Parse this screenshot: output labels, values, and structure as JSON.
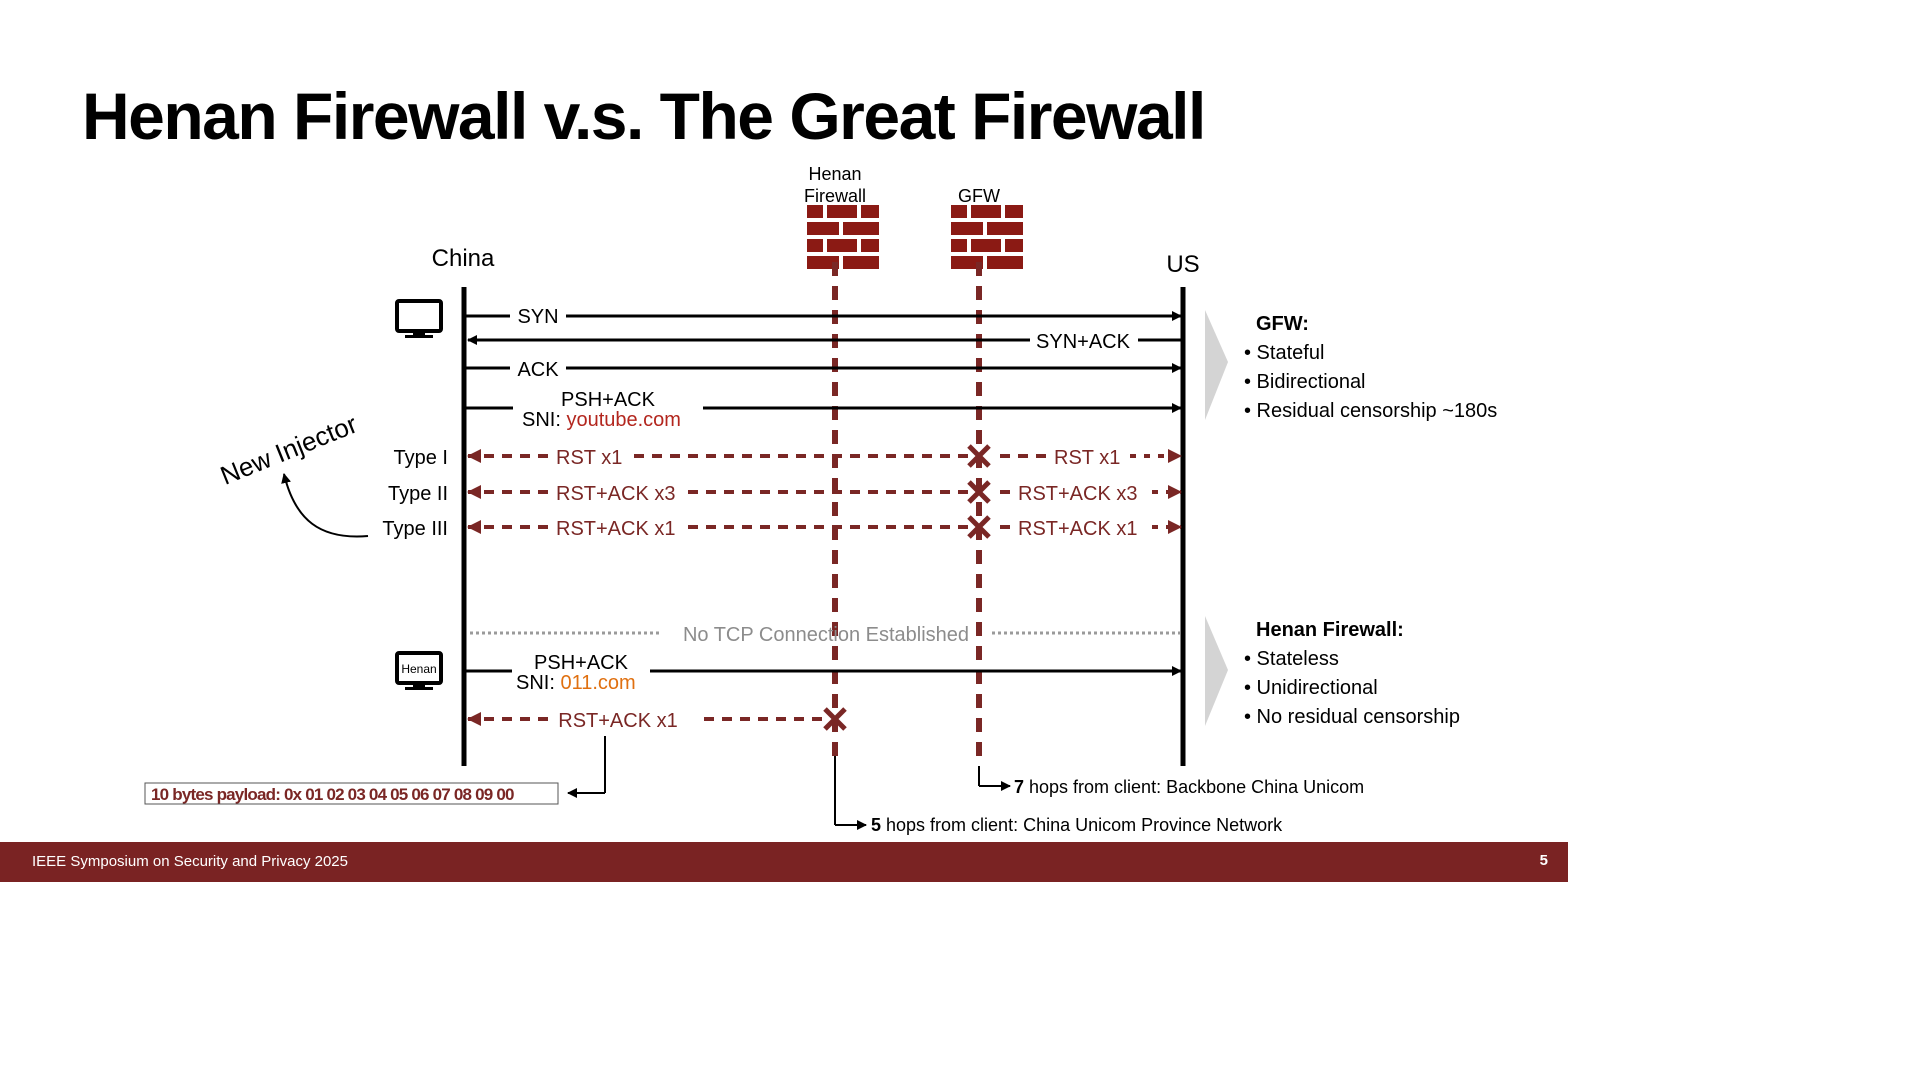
{
  "slide": {
    "title": "Henan Firewall v.s. The Great Firewall",
    "footer_text": "IEEE Symposium on Security and Privacy 2025",
    "page_number": "5"
  },
  "colors": {
    "firewall_red": "#8b1a14",
    "dashed_red": "#7a2725",
    "domain_red": "#b3261e",
    "domain_orange": "#e07010",
    "gray_text": "#8c8c8c",
    "footer_bg": "#7a2323"
  },
  "endpoints": {
    "china": "China",
    "us": "US",
    "henan_device_label": "Henan"
  },
  "middleboxes": {
    "henan_firewall_line1": "Henan",
    "henan_firewall_line2": "Firewall",
    "gfw": "GFW"
  },
  "handshake": {
    "syn": "SYN",
    "syn_ack": "SYN+ACK",
    "ack": "ACK",
    "psh_ack": "PSH+ACK",
    "sni_prefix": "SNI: ",
    "sni_domain": "youtube.com"
  },
  "injector": {
    "label": "New Injector",
    "types": [
      {
        "type": "Type I",
        "left_label": "RST x1",
        "right_label": "RST x1"
      },
      {
        "type": "Type II",
        "left_label": "RST+ACK x3",
        "right_label": "RST+ACK x3"
      },
      {
        "type": "Type III",
        "left_label": "RST+ACK x1",
        "right_label": "RST+ACK x1"
      }
    ]
  },
  "henan_flow": {
    "no_connection": "No TCP Connection Established",
    "psh_ack": "PSH+ACK",
    "sni_prefix": "SNI: ",
    "sni_domain": "011.com",
    "rst_label": "RST+ACK x1",
    "payload_note": "10 bytes payload: 0x 01 02 03 04 05 06 07 08 09 00"
  },
  "hops": {
    "gfw_hops_num": "7",
    "gfw_hops_text": " hops from client: Backbone China Unicom",
    "henan_hops_num": "5",
    "henan_hops_text": " hops from client: China Unicom Province Network"
  },
  "gfw_summary": {
    "heading": "GFW:",
    "bullets": [
      "Stateful",
      "Bidirectional",
      "Residual censorship ~180s"
    ]
  },
  "henan_summary": {
    "heading": "Henan Firewall:",
    "bullets": [
      "Stateless",
      "Unidirectional",
      "No residual censorship"
    ]
  }
}
